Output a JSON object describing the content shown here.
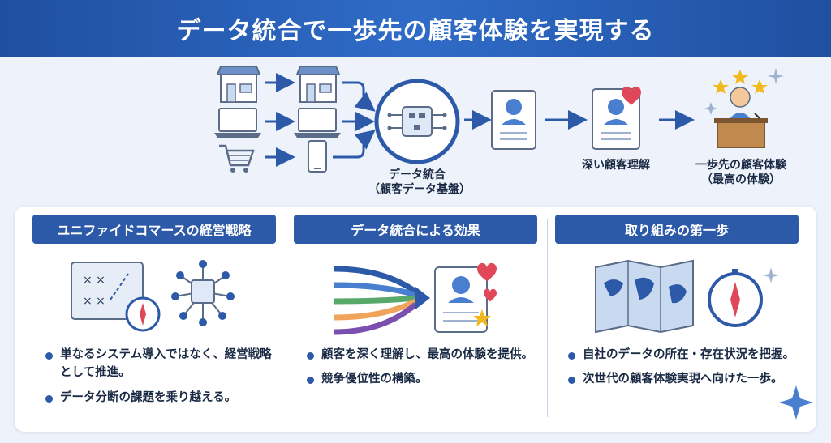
{
  "title": "データ統合で一歩先の顧客体験を実現する",
  "flow": {
    "hub_label": "データ統合",
    "hub_sublabel": "（顧客データ基盤）",
    "understanding_label": "深い顧客理解",
    "experience_label": "一歩先の顧客体験",
    "experience_sublabel": "（最高の体験）"
  },
  "columns": [
    {
      "heading": "ユニファイドコマースの経営戦略",
      "bullets": [
        "単なるシステム導入ではなく、経営戦略として推進。",
        "データ分断の課題を乗り越える。"
      ]
    },
    {
      "heading": "データ統合による効果",
      "bullets": [
        "顧客を深く理解し、最高の体験を提供。",
        "競争優位性の構築。"
      ]
    },
    {
      "heading": "取り組みの第一歩",
      "bullets": [
        "自社のデータの所在・存在状況を把握。",
        "次世代の顧客体験実現へ向けた一歩。"
      ]
    }
  ],
  "colors": {
    "primary": "#2c5aa8",
    "header": "#1f4fa0",
    "accent_heart": "#e0485a",
    "accent_star": "#f2b81c"
  }
}
